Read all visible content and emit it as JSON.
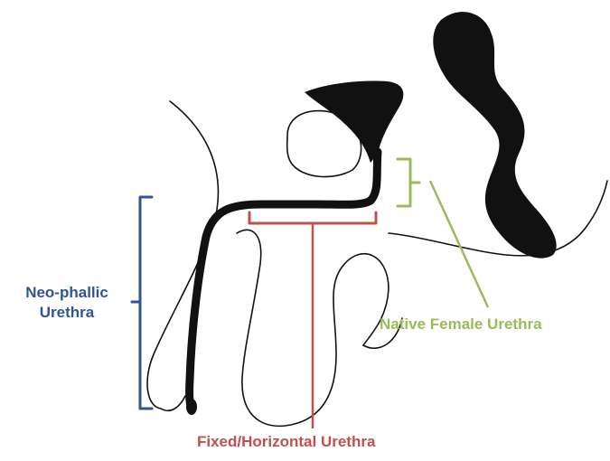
{
  "labels": {
    "neo_phallic_line1": "Neo-phallic",
    "neo_phallic_line2": "Urethra",
    "native_female_urethra": "Native Female Urethra",
    "fixed_horizontal_urethra": "Fixed/Horizontal Urethra"
  },
  "colors": {
    "neo_phallic": "#2f5597",
    "native_female": "#9bbb59",
    "fixed_horizontal": "#c0504d",
    "anatomy_fill": "#111111",
    "outline": "#111111",
    "background": "#ffffff"
  }
}
